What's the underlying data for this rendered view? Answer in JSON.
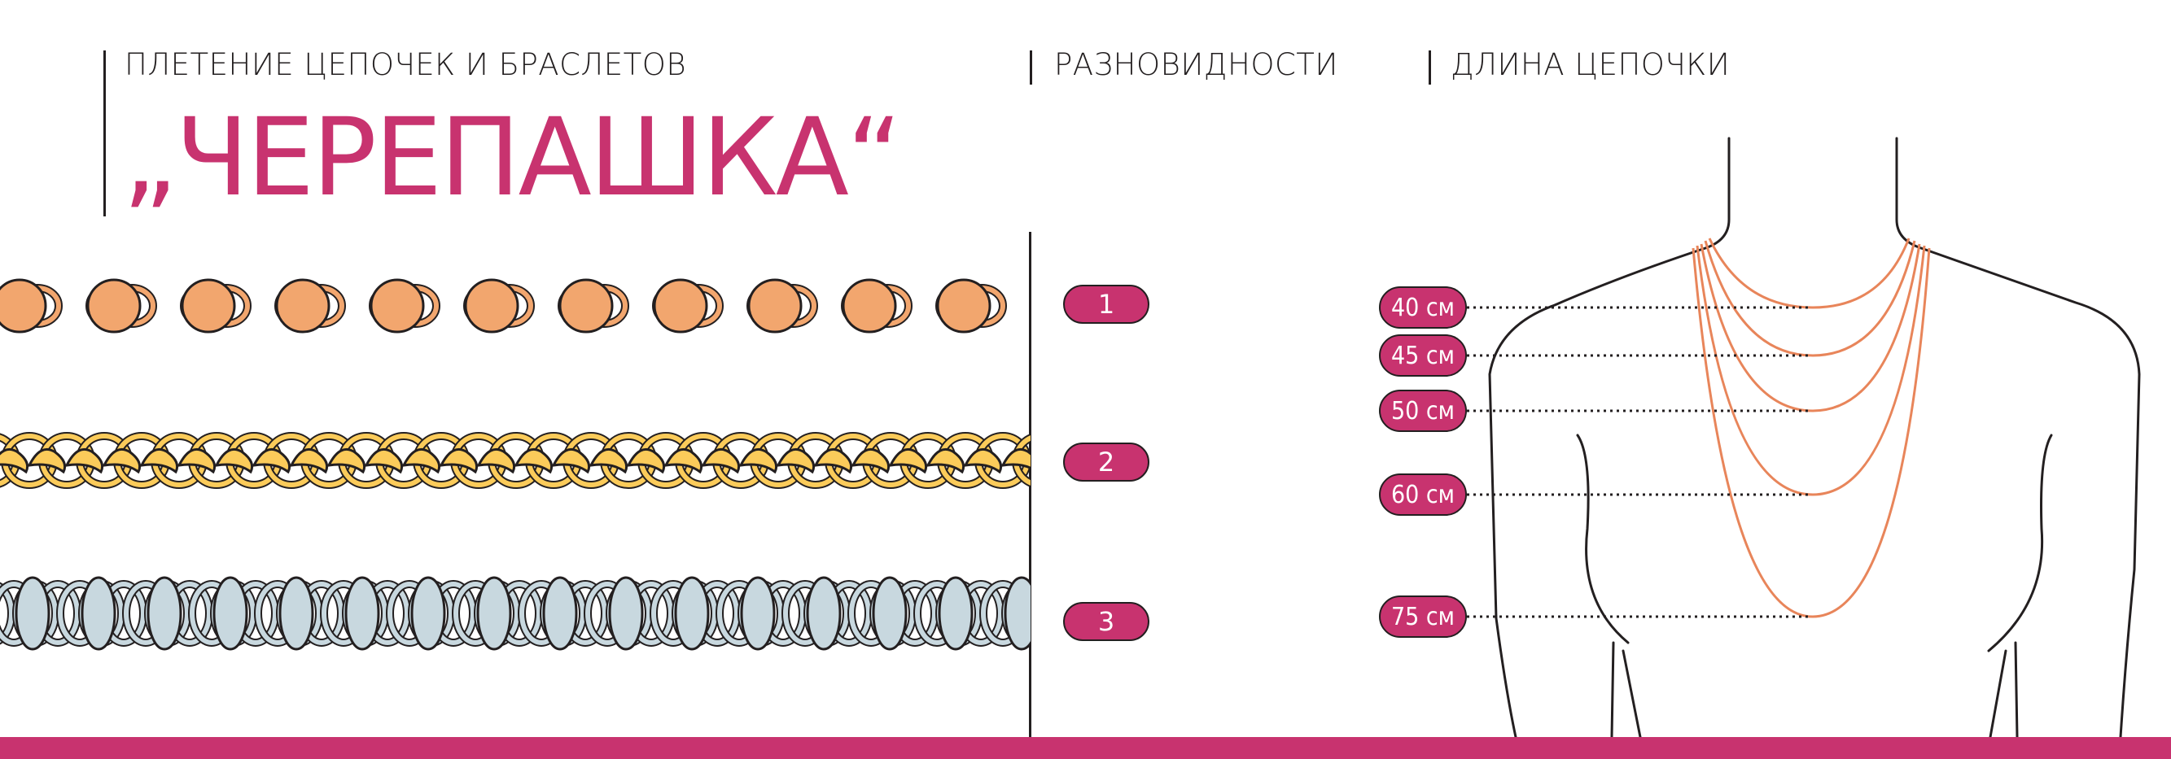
{
  "headings": {
    "category": "ПЛЕТЕНИЕ ЦЕПОЧЕК И БРАСЛЕТОВ",
    "variants": "РАЗНОВИДНОСТИ",
    "length": "ДЛИНА ЦЕПОЧКИ"
  },
  "title": "„ЧЕРЕПАШКА“",
  "variants": [
    {
      "label": "1",
      "color": "#f2a66e"
    },
    {
      "label": "2",
      "color": "#fbcb5a"
    },
    {
      "label": "3",
      "color": "#c8d8df"
    }
  ],
  "lengths": [
    "40 см",
    "45 см",
    "50 см",
    "60 см",
    "75 см"
  ],
  "colors": {
    "accent": "#c8336f",
    "outline": "#231f20",
    "necklace": "#e8855a"
  }
}
